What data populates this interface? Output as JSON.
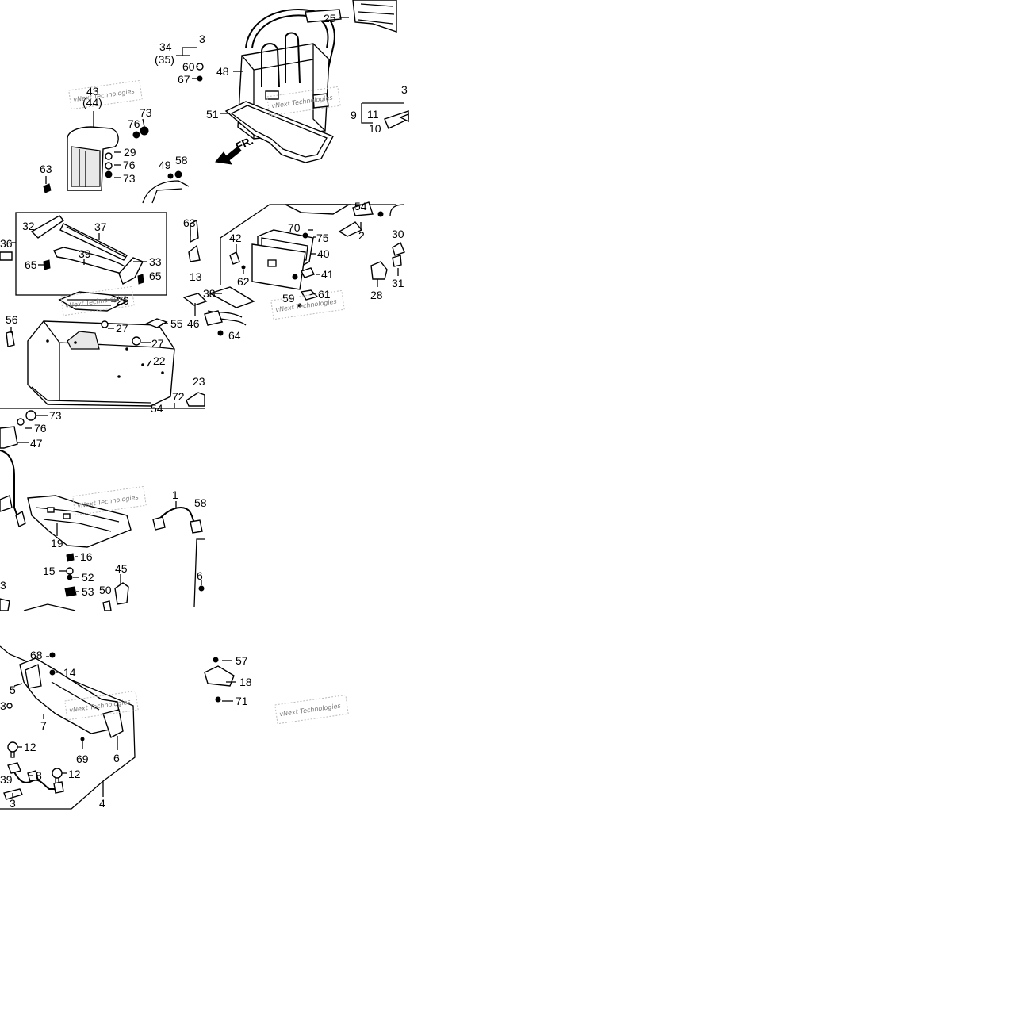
{
  "direction_label": "FR.",
  "watermark_text": "vNext Technologies",
  "callouts": {
    "c25": "25",
    "c3a": "3",
    "c34": "34",
    "c35": "(35)",
    "c60": "60",
    "c67": "67",
    "c48": "48",
    "c43": "43",
    "c44": "(44)",
    "c51": "51",
    "c73a": "73",
    "c76a": "76",
    "c9": "9",
    "c11": "11",
    "c10": "10",
    "c3b": "3",
    "c29": "29",
    "c76b": "76",
    "c73b": "73",
    "c63a": "63",
    "c49": "49",
    "c58a": "58",
    "c32": "32",
    "c37": "37",
    "c36": "36",
    "c39": "39",
    "c65a": "65",
    "c33": "33",
    "c65b": "65",
    "c26": "26",
    "c63b": "63",
    "c13": "13",
    "c54a": "54",
    "c70": "70",
    "c75": "75",
    "c2": "2",
    "c30": "30",
    "c42": "42",
    "c40": "40",
    "c41": "41",
    "c62": "62",
    "c31": "31",
    "c28": "28",
    "c38": "38",
    "c59": "59",
    "c61": "61",
    "c46": "46",
    "c64": "64",
    "c56": "56",
    "c27a": "27",
    "c55": "55",
    "c27b": "27",
    "c22": "22",
    "c72": "72",
    "c23": "23",
    "c54b": "54",
    "c73c": "73",
    "c76c": "76",
    "c47": "47",
    "c1": "1",
    "c58b": "58",
    "c19": "19",
    "c16": "16",
    "c15": "15",
    "c52": "52",
    "c45": "45",
    "c53": "53",
    "c50": "50",
    "c3c": "3",
    "c6a": "6",
    "c68": "68",
    "c14": "14",
    "c57": "57",
    "c18": "18",
    "c5": "5",
    "c3d": "3",
    "c7": "7",
    "c71": "71",
    "c12a": "12",
    "c69": "69",
    "c6b": "6",
    "c8": "8",
    "c12b": "12",
    "c39b": "39",
    "c3e": "3",
    "c4": "4"
  }
}
